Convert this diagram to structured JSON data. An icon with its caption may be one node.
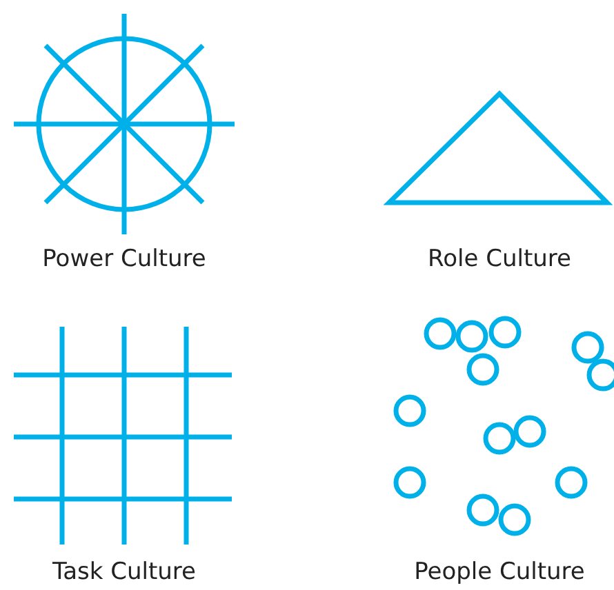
{
  "diagram": {
    "labels": [
      "Power Culture",
      "Role Culture",
      "Task Culture",
      "People Culture"
    ]
  }
}
